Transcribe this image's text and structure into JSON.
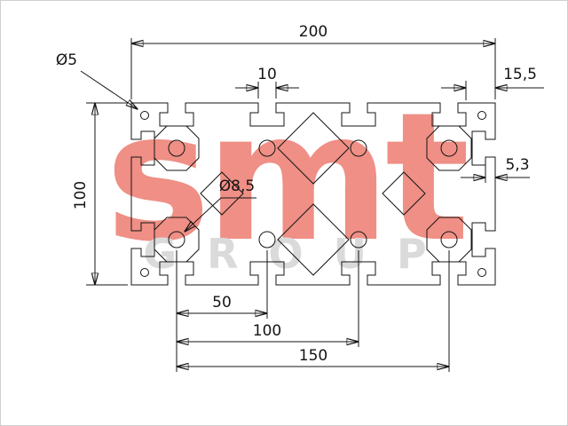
{
  "drawing": {
    "dimensions": {
      "overall_width": "200",
      "slot_opening": "10",
      "edge_to_slot": "15,5",
      "corner_hole": "Ø5",
      "overall_height": "100",
      "wall_thickness": "5,3",
      "core_hole": "Ø8,5",
      "hole_pitch_1": "50",
      "hole_pitch_2": "100",
      "hole_pitch_3": "150"
    },
    "watermark": {
      "brand": "smt",
      "subtitle": "GROUP"
    },
    "colors": {
      "line": "#141414",
      "watermark_red": "#ef8f85",
      "watermark_gray": "#dadada"
    }
  }
}
